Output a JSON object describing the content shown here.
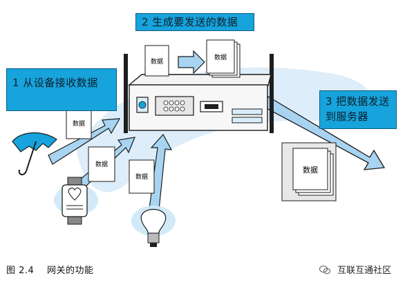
{
  "steps": {
    "step1": "1 从设备接收数据",
    "step2": "2 生成要发送的数据",
    "step3": "3 把数据发送到服务器"
  },
  "doc_label": "数据",
  "caption": {
    "figure": "图 2.4",
    "title": "网关的功能"
  },
  "watermark": "互联互通社区",
  "colors": {
    "accent": "#17a3dc",
    "arrow": "#cde8f7",
    "flow": "#a8d4f2"
  }
}
